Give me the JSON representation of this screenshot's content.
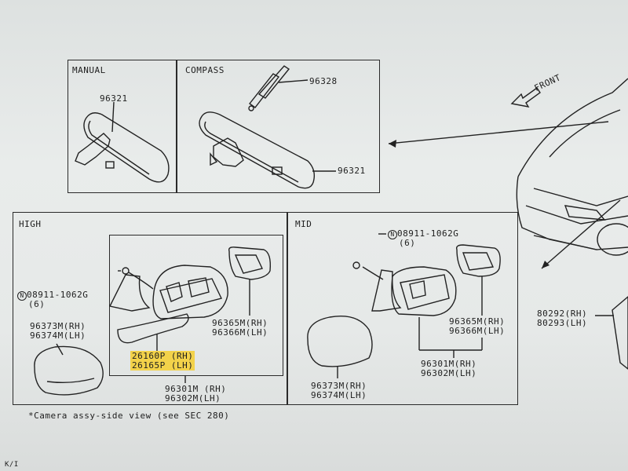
{
  "panels": {
    "manual": "MANUAL",
    "compass": "COMPASS",
    "high": "HIGH",
    "mid": "MID"
  },
  "front_label": "FRONT",
  "parts": {
    "manual_mirror": "96321",
    "compass_bracket": "96328",
    "compass_mirror": "96321",
    "high_bolt_num": "08911-1062G",
    "high_bolt_qty": "(6)",
    "high_cover_rh": "96373M(RH)",
    "high_cover_lh": "96374M(LH)",
    "high_lamp_rh": "26160P (RH)",
    "high_lamp_lh": "26165P (LH)",
    "high_glass_rh": "96365M(RH)",
    "high_glass_lh": "96366M(LH)",
    "high_assy_rh": "96301M (RH)",
    "high_assy_lh": "96302M(LH)",
    "mid_bolt_num": "08911-1062G",
    "mid_bolt_qty": "(6)",
    "mid_glass_rh": "96365M(RH)",
    "mid_glass_lh": "96366M(LH)",
    "mid_assy_rh": "96301M(RH)",
    "mid_assy_lh": "96302M(LH)",
    "mid_cover_rh": "96373M(RH)",
    "mid_cover_lh": "96374M(LH)",
    "trim_rh": "80292(RH)",
    "trim_lh": "80293(LH)"
  },
  "footnote": "*Camera assy-side view (see SEC 280)",
  "corner_text": "K/I",
  "highlight_color": "#f3d24a"
}
